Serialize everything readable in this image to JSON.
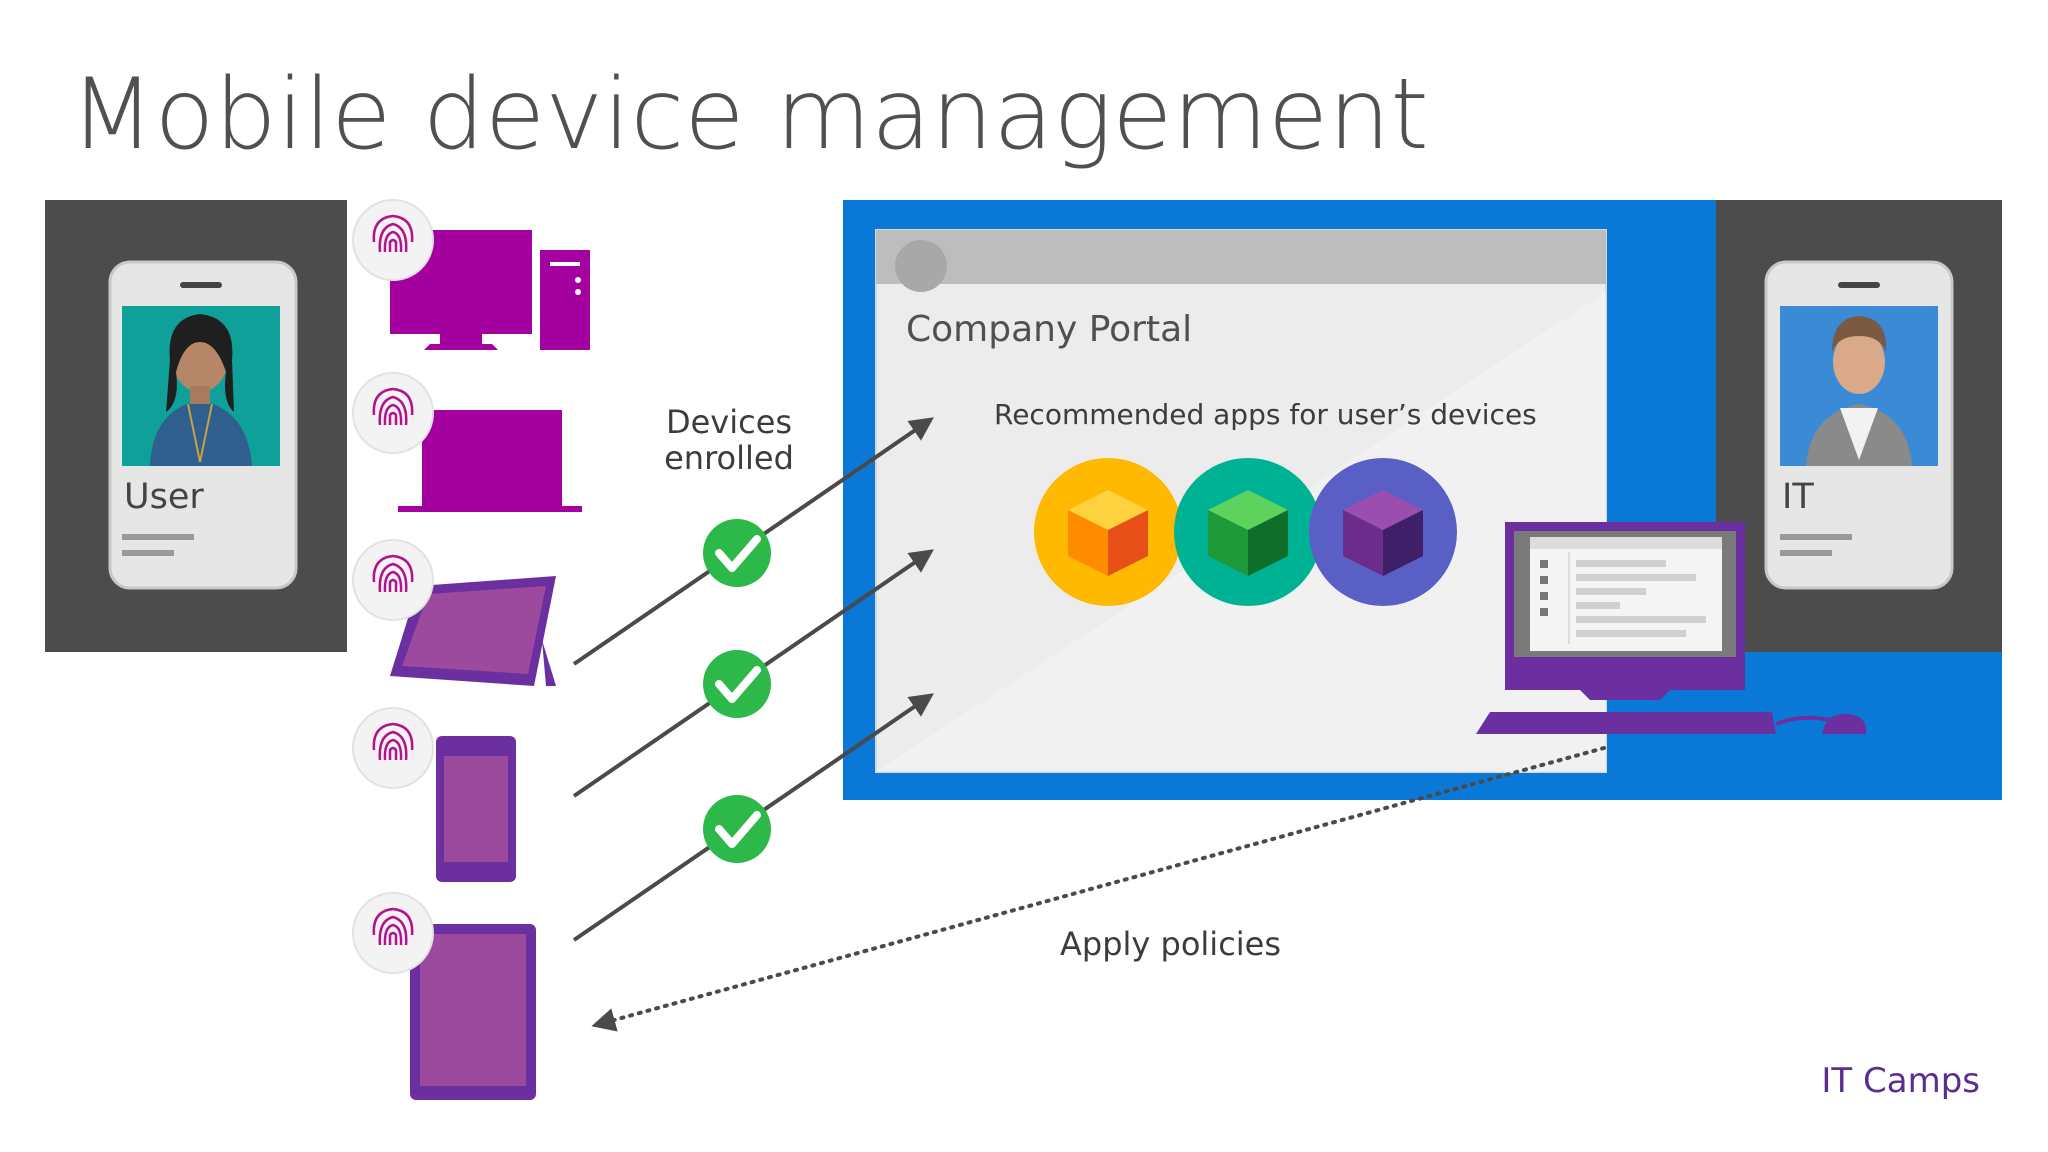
{
  "slide": {
    "title": "Mobile device management",
    "brand": "IT Camps"
  },
  "user_card": {
    "label": "User"
  },
  "it_card": {
    "label": "IT"
  },
  "devices_label": {
    "line1": "Devices",
    "line2": "enrolled"
  },
  "portal": {
    "title": "Company Portal",
    "subtitle": "Recommended apps for user’s devices"
  },
  "policies_label": "Apply policies",
  "colors": {
    "title_text": "#505050",
    "dark_panel": "#4c4c4c",
    "blue_panel": "#0a78d7",
    "device_magenta": "#a4009f",
    "device_purple": "#6b2fa0",
    "device_screen": "#9b4a9d",
    "check_green": "#2db84a",
    "brand_purple": "#5c2d91"
  },
  "devices": [
    {
      "icon": "desktop-pc-icon"
    },
    {
      "icon": "laptop-icon"
    },
    {
      "icon": "surface-tablet-icon"
    },
    {
      "icon": "phone-icon"
    },
    {
      "icon": "tablet-icon"
    }
  ],
  "apps": [
    {
      "icon": "orange-cube-app-icon",
      "color": "#ffb900"
    },
    {
      "icon": "green-cube-app-icon",
      "color": "#00b294"
    },
    {
      "icon": "purple-cube-app-icon",
      "color": "#5c5fc7"
    }
  ]
}
